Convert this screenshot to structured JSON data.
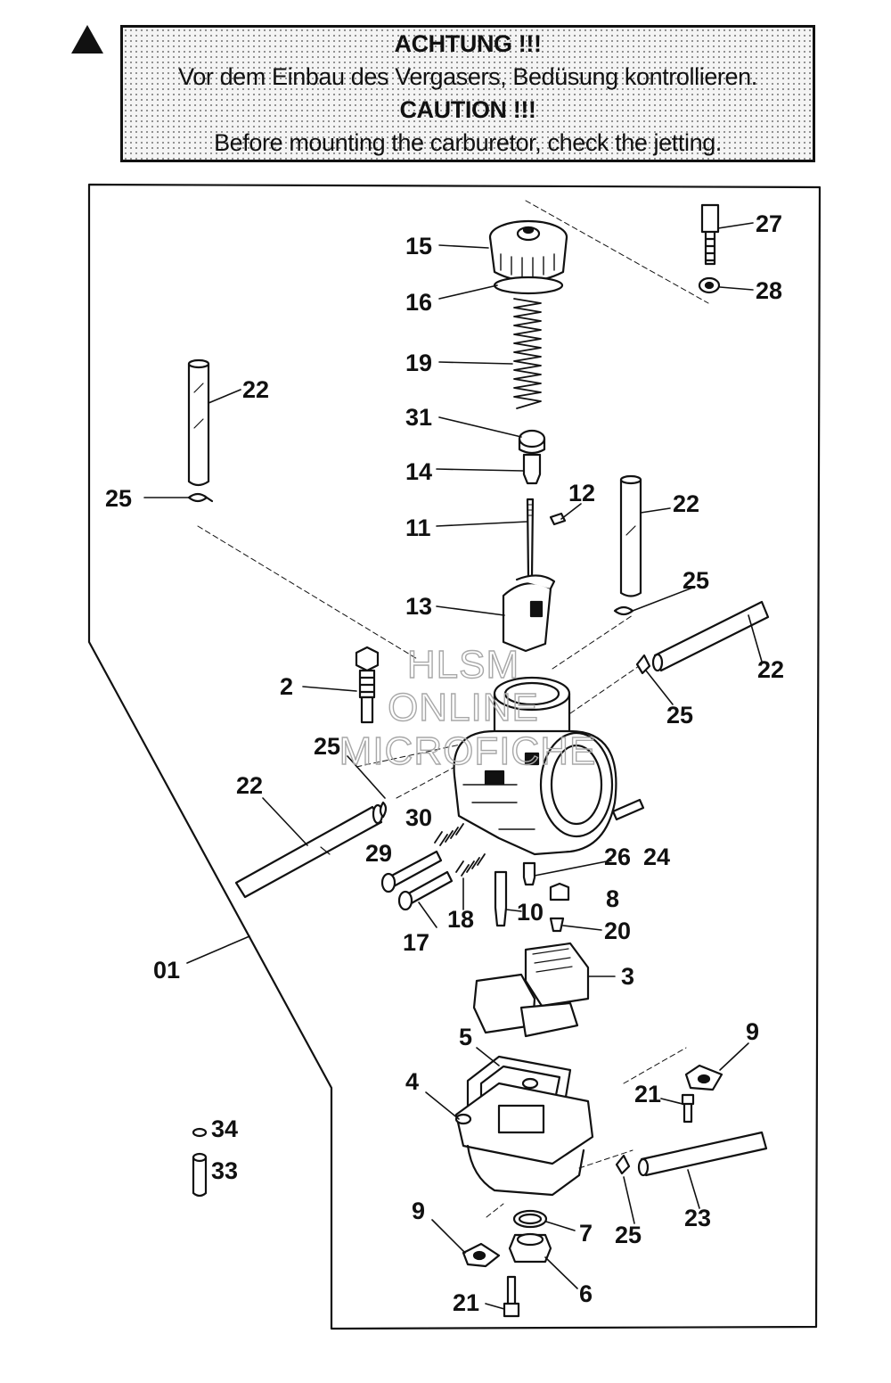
{
  "caution": {
    "heading_de": "ACHTUNG !!!",
    "text_de": "Vor dem Einbau des Vergasers, Bedüsung kontrollieren.",
    "heading_en": "CAUTION !!!",
    "text_en": "Before mounting the carburetor, check the jetting."
  },
  "watermark": [
    "HLSM",
    "ONLINE",
    "MICROFICHE"
  ],
  "callouts": [
    "15",
    "16",
    "19",
    "31",
    "14",
    "11",
    "12",
    "13",
    "22",
    "25",
    "22",
    "25",
    "22",
    "25",
    "2",
    "25",
    "22",
    "30",
    "29",
    "17",
    "18",
    "10",
    "26",
    "24",
    "8",
    "20",
    "01",
    "3",
    "5",
    "9",
    "4",
    "21",
    "34",
    "33",
    "25",
    "23",
    "9",
    "7",
    "21",
    "6",
    "27",
    "28"
  ],
  "colors": {
    "ink": "#111111",
    "panel": "#f4f4f4",
    "watermark": "#a8a8a8"
  }
}
